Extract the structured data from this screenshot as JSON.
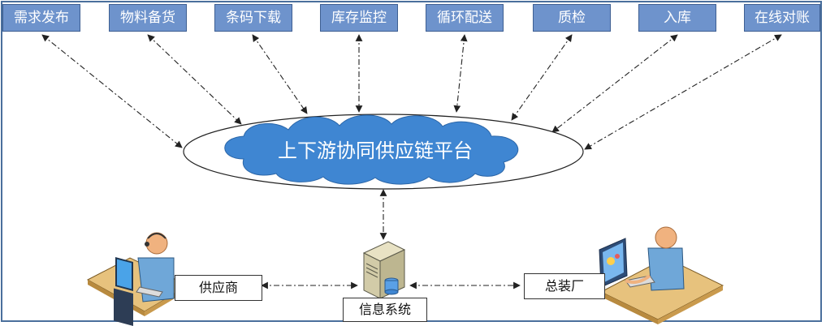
{
  "modules": [
    {
      "label": "需求发布"
    },
    {
      "label": "物料备货"
    },
    {
      "label": "条码下载"
    },
    {
      "label": "库存监控"
    },
    {
      "label": "循环配送"
    },
    {
      "label": "质检"
    },
    {
      "label": "入库"
    },
    {
      "label": "在线对账"
    }
  ],
  "platform": {
    "title": "上下游协同供应链平台"
  },
  "nodes": {
    "supplier": "供应商",
    "info_system": "信息系统",
    "assembly_plant": "总装厂"
  },
  "colors": {
    "module_fill": "#6e93cc",
    "cloud_fill": "#3f86d2",
    "frame": "#4a6f9c"
  },
  "icons": [
    "supplier-workstation-icon",
    "server-icon",
    "assembly-plant-workstation-icon"
  ]
}
